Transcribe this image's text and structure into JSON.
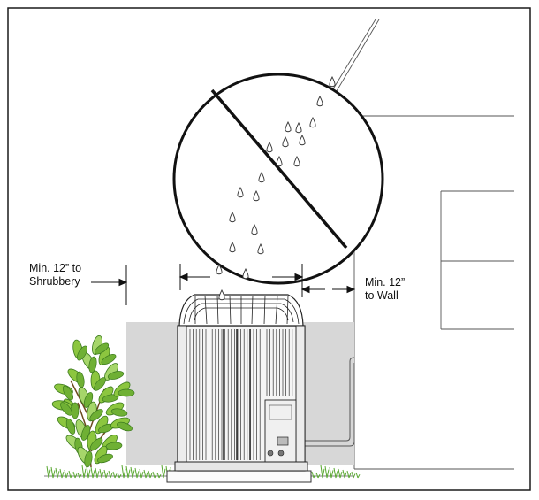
{
  "labels": {
    "shrubbery_line1": "Min. 12” to",
    "shrubbery_line2": "Shrubbery",
    "wall_line1": "Min. 12”",
    "wall_line2": "to Wall"
  },
  "icons": {
    "prohibition": "no-water-dripping-icon",
    "unit": "outdoor-condenser-unit",
    "plant": "shrub"
  },
  "colors": {
    "line": "#1a1a1a",
    "shadow_zone": "#d7d7d7",
    "grass": "#5aa832",
    "leaf": "#8cc63f",
    "leaf_dark": "#3c7a1e"
  }
}
